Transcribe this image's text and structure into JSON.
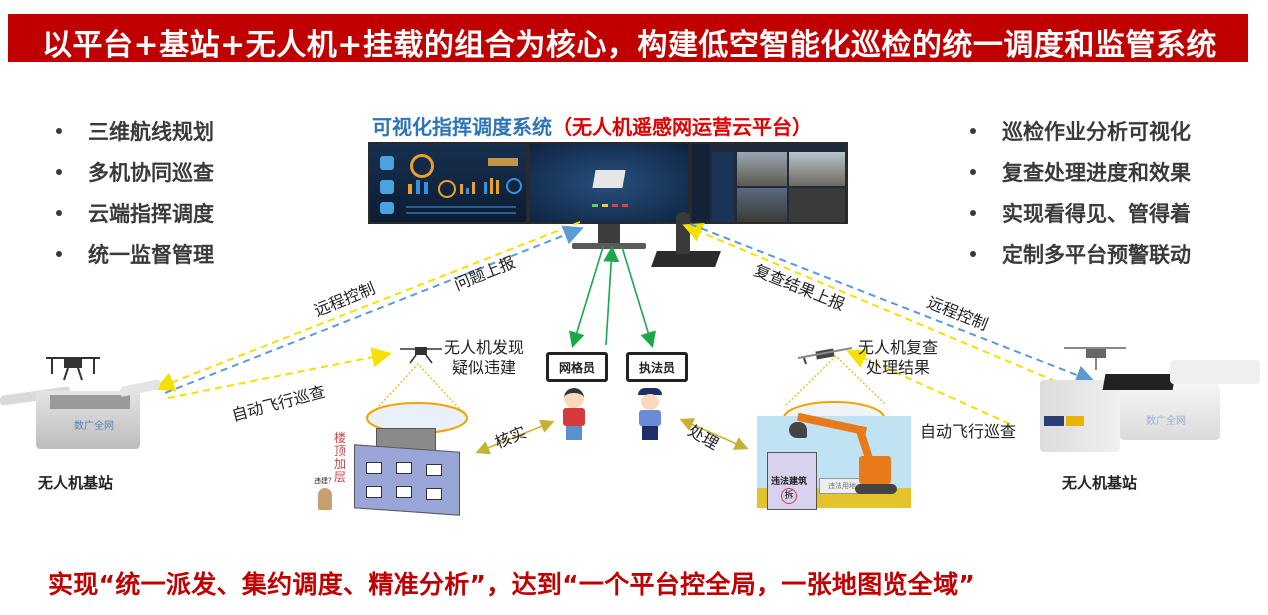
{
  "header": {
    "title": "以平台+基站+无人机+挂载的组合为核心，构建低空智能化巡检的统一调度和监管系统",
    "background_color": "#c00000"
  },
  "left_features": [
    {
      "label": "三维航线规划"
    },
    {
      "label": "多机协同巡查"
    },
    {
      "label": "云端指挥调度"
    },
    {
      "label": "统一监督管理"
    }
  ],
  "right_features": [
    {
      "label": "巡检作业分析可视化"
    },
    {
      "label": "复查处理进度和效果"
    },
    {
      "label": "实现看得见、管得着"
    },
    {
      "label": "定制多平台预警联动"
    }
  ],
  "command_system": {
    "title_blue": "可视化指挥调度系统",
    "title_red": "（无人机遥感网运营云平台）",
    "screens": [
      "dashboard-screen",
      "3d-model-screen",
      "video-surveillance-screen"
    ]
  },
  "diagram": {
    "left_station_label": "无人机基站",
    "right_station_label": "无人机基站",
    "station_brand": "数广全网",
    "flows": {
      "left_remote_control": "远程控制",
      "left_problem_report": "问题上报",
      "left_auto_patrol": "自动飞行巡查",
      "right_review_report": "复查结果上报",
      "right_remote_control": "远程控制",
      "right_auto_patrol": "自动飞行巡查",
      "verify": "核实",
      "handle": "处理"
    },
    "drone_discovery": {
      "line1": "无人机发现",
      "line2": "疑似违建"
    },
    "drone_review": {
      "line1": "无人机复查",
      "line2": "处理结果"
    },
    "roles": [
      {
        "label": "网格员"
      },
      {
        "label": "执法员"
      }
    ],
    "building_annotation": "楼顶加层",
    "bystander_speech": "违建？",
    "demolition_sign": "违法建筑",
    "demolition_mark": "拆",
    "illegal_land_sign": "违法用地"
  },
  "footer": {
    "text": "实现“统一派发、集约调度、精准分析”，达到“一个平台控全局，一张地图览全域”"
  },
  "colors": {
    "accent_red": "#c00000",
    "title_blue": "#2e75b6",
    "flow_yellow": "#f5e000",
    "flow_blue": "#5b9bd5",
    "flow_green": "#1aa84a",
    "flow_gold": "#c8b030",
    "scan_orange": "#f0a500"
  }
}
